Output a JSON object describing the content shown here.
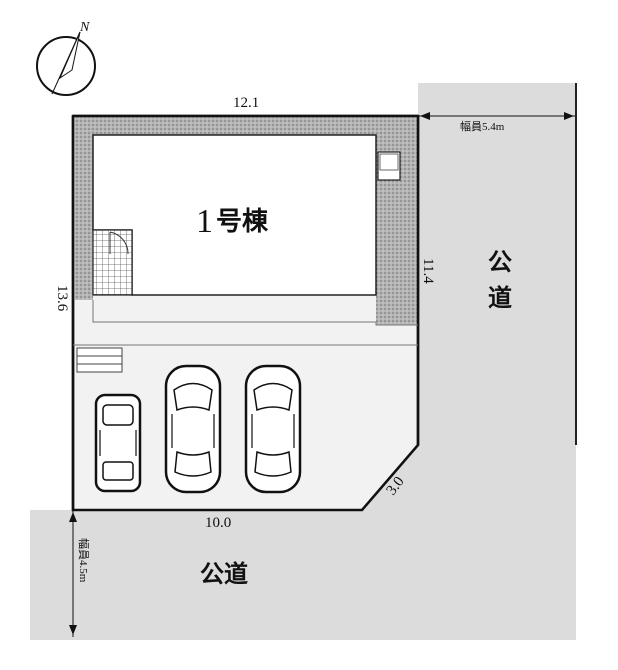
{
  "north_label": "N",
  "building": {
    "number": "1",
    "suffix": "号棟"
  },
  "dimensions": {
    "top": "12.1",
    "left": "13.6",
    "right": "11.4",
    "bottom": "10.0",
    "corner": "3.0"
  },
  "roads": {
    "east": {
      "name_1": "公",
      "name_2": "道",
      "width": "幅員5.4m"
    },
    "south": {
      "name": "公道",
      "width": "幅員4.5m"
    }
  },
  "parking": {
    "cars": [
      "compact-car",
      "sedan",
      "sedan"
    ]
  },
  "colors": {
    "road": "#dcdcdc",
    "lot": "#f2f2f2",
    "building": "#ffffff",
    "hatch": "#9a9a9a",
    "line": "#111111"
  },
  "icons": [
    "compass-north-icon",
    "car-icon"
  ]
}
